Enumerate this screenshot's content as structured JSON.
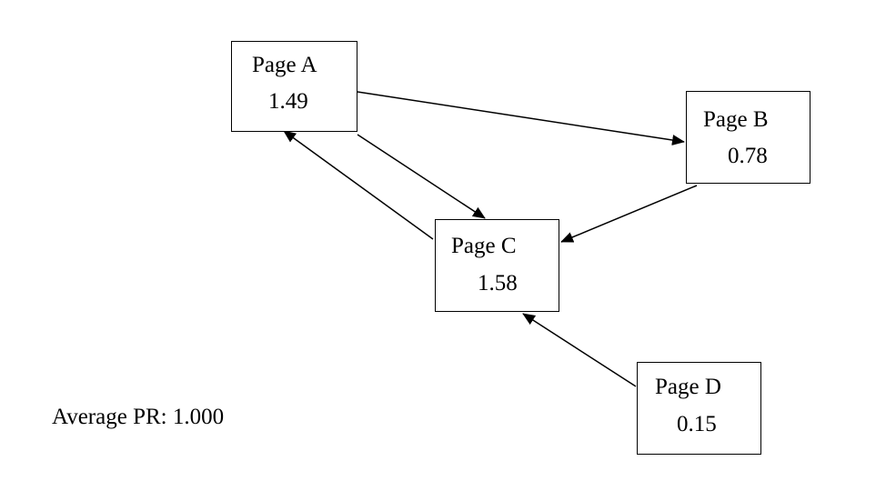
{
  "diagram": {
    "nodes": [
      {
        "id": "A",
        "name": "Page A",
        "value": "1.49"
      },
      {
        "id": "B",
        "name": "Page B",
        "value": "0.78"
      },
      {
        "id": "C",
        "name": "Page C",
        "value": "1.58"
      },
      {
        "id": "D",
        "name": "Page D",
        "value": "0.15"
      }
    ],
    "links": [
      {
        "from": "A",
        "to": "B"
      },
      {
        "from": "A",
        "to": "C"
      },
      {
        "from": "C",
        "to": "A"
      },
      {
        "from": "B",
        "to": "C"
      },
      {
        "from": "D",
        "to": "C"
      }
    ],
    "footer": "Average PR: 1.000"
  },
  "colors": {
    "line": "#000000",
    "background": "#ffffff",
    "text": "#000000"
  }
}
